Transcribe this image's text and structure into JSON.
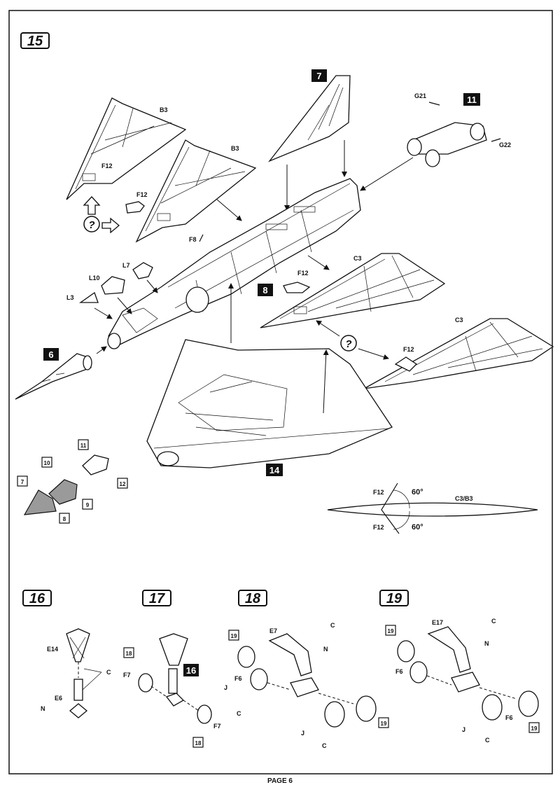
{
  "page": {
    "footer": "PAGE 6"
  },
  "step15": {
    "number": "15",
    "badges": {
      "b7": "7",
      "b11": "11",
      "b8": "8",
      "b6": "6",
      "b14": "14"
    },
    "labels": {
      "b3_top": "B3",
      "b3_mid": "B3",
      "f12_a": "F12",
      "f12_b": "F12",
      "f8": "F8",
      "l7": "L7",
      "l10": "L10",
      "l3": "L3",
      "g21": "G21",
      "g22": "G22",
      "f12_c": "F12",
      "c3_a": "C3",
      "c3_b": "C3",
      "f12_d": "F12"
    },
    "question_marks": [
      "?",
      "?"
    ],
    "sub_parts": [
      "11",
      "12",
      "10",
      "9",
      "7",
      "8"
    ],
    "angle_diagram": {
      "f12_top": "F12",
      "f12_bot": "F12",
      "angle_top": "60°",
      "angle_bot": "60°",
      "part": "C3/B3"
    }
  },
  "step16": {
    "number": "16",
    "labels": {
      "e14": "E14",
      "e6": "E6",
      "c": "C",
      "n": "N"
    }
  },
  "step17": {
    "number": "17",
    "ref_badge": "16",
    "circled": [
      "18",
      "18"
    ],
    "labels": {
      "f7_a": "F7",
      "f7_b": "F7",
      "j": "J",
      "c": "C"
    }
  },
  "step18": {
    "number": "18",
    "circled": [
      "19",
      "19"
    ],
    "labels": {
      "e7": "E7",
      "c_top": "C",
      "n": "N",
      "f6": "F6",
      "j": "J",
      "c_bot": "C"
    }
  },
  "step19": {
    "number": "19",
    "circled": [
      "19",
      "19"
    ],
    "labels": {
      "e17": "E17",
      "c_top": "C",
      "n": "N",
      "f6_a": "F6",
      "f6_b": "F6",
      "j": "J",
      "c_bot": "C"
    }
  }
}
